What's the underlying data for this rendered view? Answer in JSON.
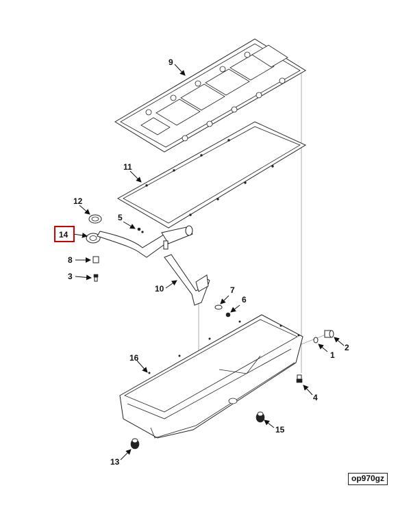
{
  "reference_code": "op970gz",
  "highlighted_callout": "14",
  "callouts": [
    "1",
    "2",
    "3",
    "4",
    "5",
    "6",
    "7",
    "8",
    "9",
    "10",
    "11",
    "12",
    "13",
    "14",
    "15",
    "16"
  ]
}
